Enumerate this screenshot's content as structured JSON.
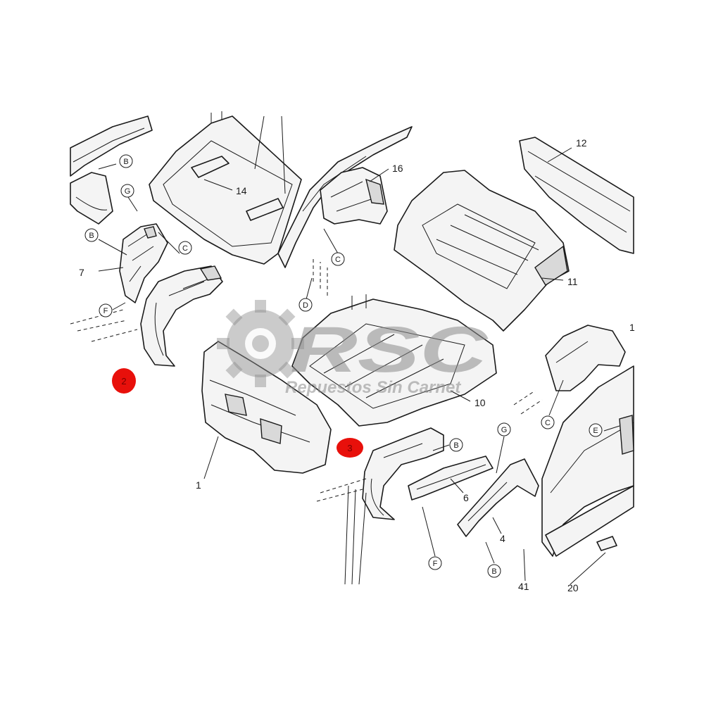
{
  "part_numbers": {
    "n1": "1",
    "n4": "4",
    "n6": "6",
    "n7": "7",
    "n10": "10",
    "n11": "11",
    "n12": "12",
    "n14": "14",
    "n16": "16",
    "n20": "20",
    "n41": "41",
    "n1_partial": "1"
  },
  "callouts": {
    "b_top": "B",
    "g_left": "G",
    "b_left": "B",
    "c_left": "C",
    "f_left": "F",
    "c_mid": "C",
    "d_mid": "D",
    "b_lower": "B",
    "g_lower": "G",
    "f_lower": "F",
    "b_bottom": "B",
    "c_right": "C",
    "e_right": "E"
  },
  "markers": {
    "red_2": "2",
    "red_3": "3"
  },
  "watermark": {
    "brand": "RSC",
    "tagline": "Repuestos Sin Carnet"
  },
  "colors": {
    "marker": "#e8100b",
    "watermark": "#8c8c8c",
    "line": "#1a1a1a"
  }
}
